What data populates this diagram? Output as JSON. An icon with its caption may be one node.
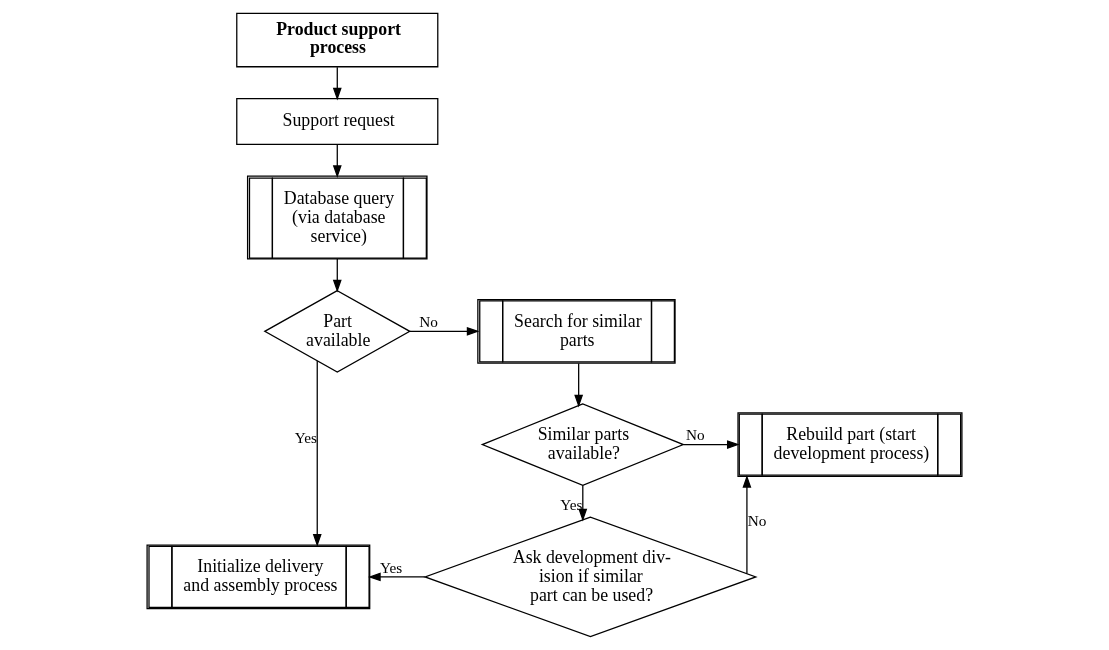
{
  "diagram": {
    "nodes": [
      {
        "text": [
          "Product support process"
        ]
      },
      {
        "text": [
          "Support request"
        ]
      },
      {
        "text": [
          "Database query (via database service)"
        ]
      },
      {
        "text": [
          "Part available"
        ]
      },
      {
        "text": [
          "Search for similar parts"
        ]
      },
      {
        "text": [
          "Similar parts available?"
        ]
      },
      {
        "text": [
          "Rebuild part (start development process)"
        ]
      },
      {
        "text": [
          "Initialize delivery and assembly process"
        ]
      },
      {
        "text": [
          "Ask development div- ision if similar part can be used?"
        ]
      }
    ],
    "edges": [
      {
        "from": 0,
        "to": 1,
        "arrow": "to"
      },
      {
        "from": 1,
        "to": 2,
        "arrow": "to"
      },
      {
        "from": 2,
        "to": 3,
        "arrow": "to"
      },
      {
        "from": 3,
        "to": 4,
        "arrow": "to",
        "label": "No"
      },
      {
        "from": 3,
        "to": 7,
        "arrow": "to",
        "label": "Yes"
      },
      {
        "from": 4,
        "to": 5,
        "arrow": "to"
      },
      {
        "from": 5,
        "to": 6,
        "arrow": "to",
        "label": "No"
      },
      {
        "from": 5,
        "to": 8,
        "arrow": "to",
        "label": "Yes"
      },
      {
        "from": 8,
        "to": 7,
        "arrow": "to",
        "label": "Yes"
      },
      {
        "from": 8,
        "to": 6,
        "arrow": "to",
        "label": "No"
      }
    ]
  }
}
